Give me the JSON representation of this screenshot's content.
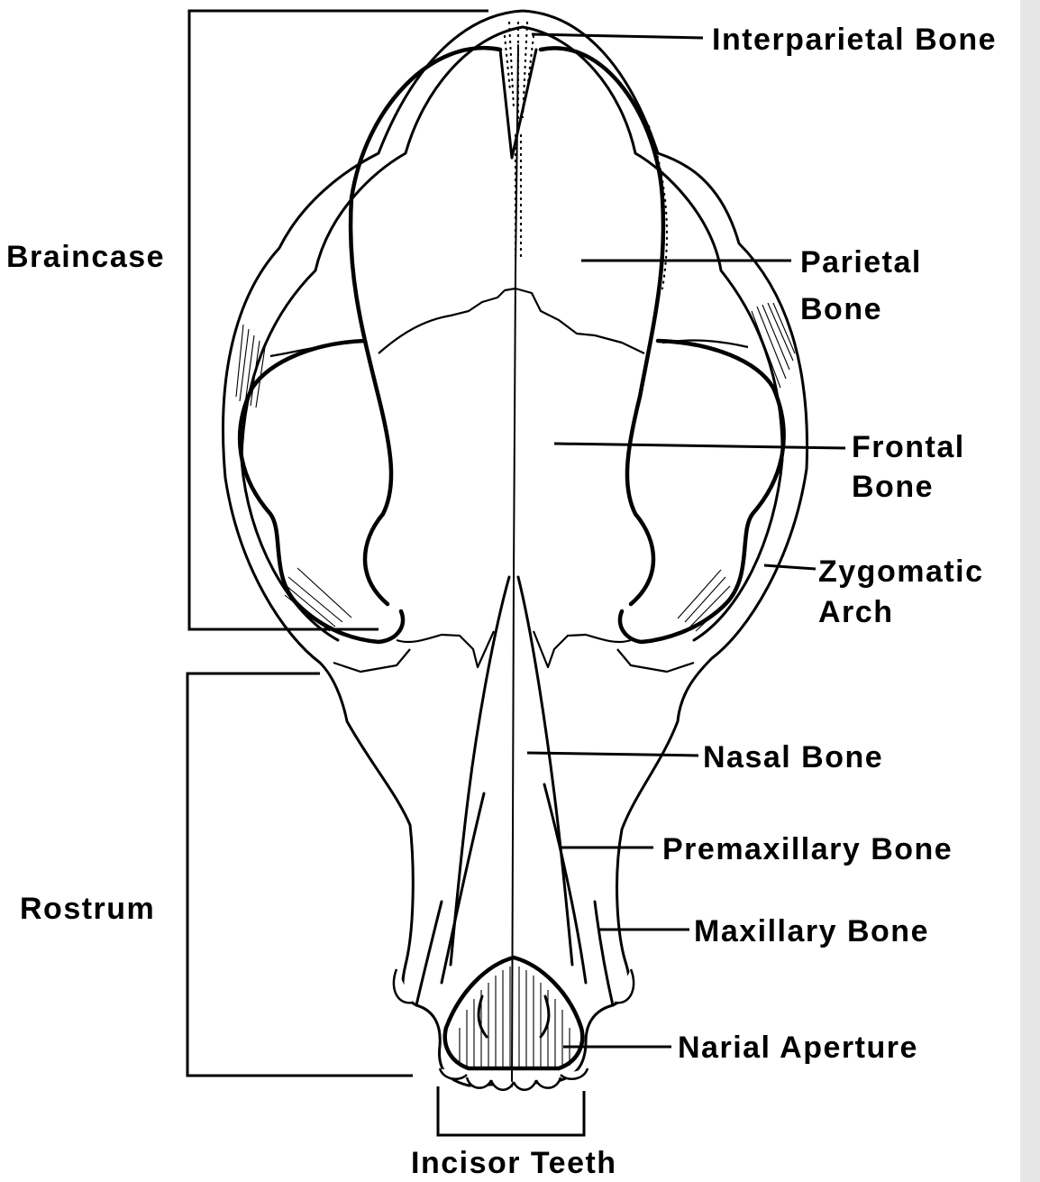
{
  "labels": {
    "interparietal_bone": "Interparietal Bone",
    "braincase": "Braincase",
    "parietal_bone_line1": "Parietal",
    "parietal_bone_line2": "Bone",
    "frontal_bone_line1": "Frontal",
    "frontal_bone_line2": "Bone",
    "zygomatic_arch_line1": "Zygomatic",
    "zygomatic_arch_line2": "Arch",
    "nasal_bone": "Nasal Bone",
    "premaxillary_bone": "Premaxillary Bone",
    "maxillary_bone": "Maxillary Bone",
    "rostrum": "Rostrum",
    "narial_aperture": "Narial Aperture",
    "incisor_teeth": "Incisor Teeth"
  },
  "colors": {
    "ink": "#000000",
    "background": "#ffffff"
  }
}
